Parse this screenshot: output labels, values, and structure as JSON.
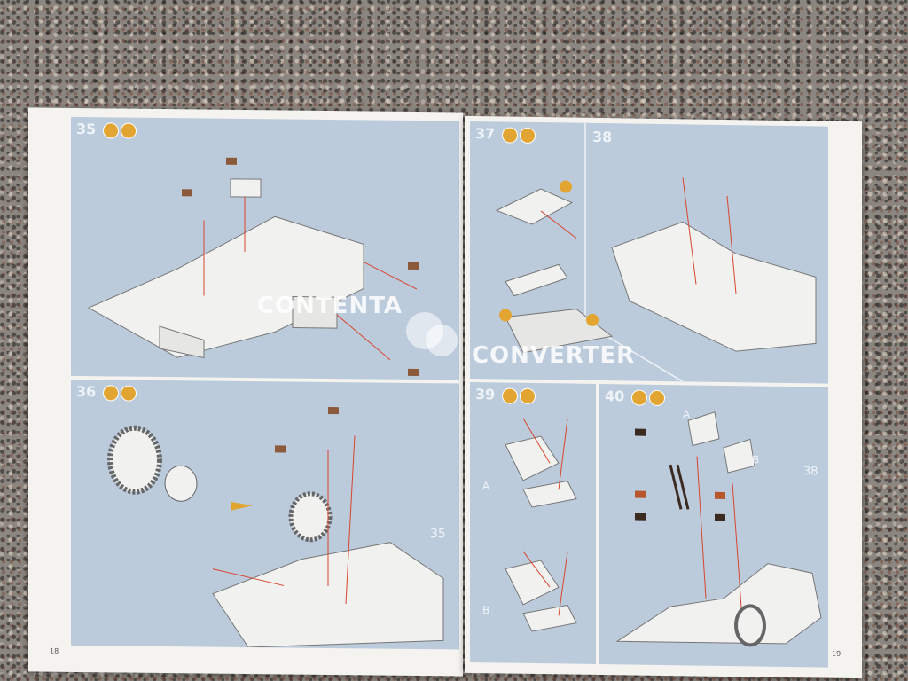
{
  "watermark": {
    "line1": "CONTENTA",
    "line2": "CONVERTER"
  },
  "left_page": {
    "page_number": "18",
    "steps": [
      {
        "number": "35"
      },
      {
        "number": "36"
      }
    ],
    "panel_ref": "35"
  },
  "right_page": {
    "page_number": "19",
    "steps": [
      {
        "number": "37"
      },
      {
        "number": "38"
      },
      {
        "number": "39"
      },
      {
        "number": "40"
      }
    ],
    "sub_labels": [
      "A",
      "B"
    ],
    "panel_ref": "38"
  },
  "colors": {
    "panel": "#bccbdc",
    "paper": "#f4f3f0",
    "badge": "#e2a532",
    "arrow": "#d9452f"
  }
}
